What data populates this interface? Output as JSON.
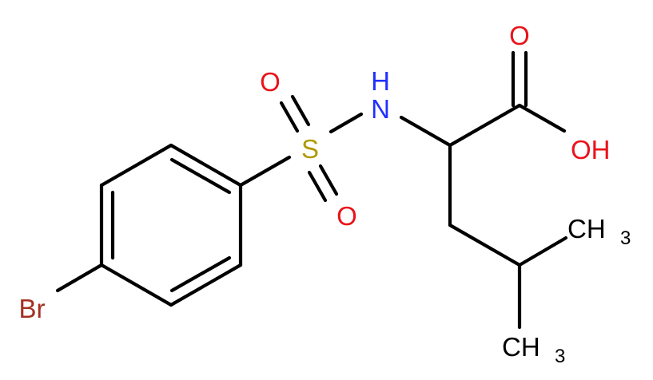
{
  "molecule": {
    "atoms": {
      "oxygen_top": "O",
      "oxygen_hydroxyl": "OH",
      "nitrogen": "N",
      "nitrogen_h": "H",
      "sulfur": "S",
      "sulfonyl_o_upper": "O",
      "sulfonyl_o_lower": "O",
      "bromine": "Br",
      "methyl_upper": "CH",
      "methyl_upper_sub": "3",
      "methyl_lower": "CH",
      "methyl_lower_sub": "3"
    },
    "colors": {
      "bond": "#000000",
      "oxygen": "#e8141a",
      "nitrogen": "#2030ff",
      "sulfur": "#b09a00",
      "bromine": "#a33020",
      "carbon": "#000000"
    }
  }
}
